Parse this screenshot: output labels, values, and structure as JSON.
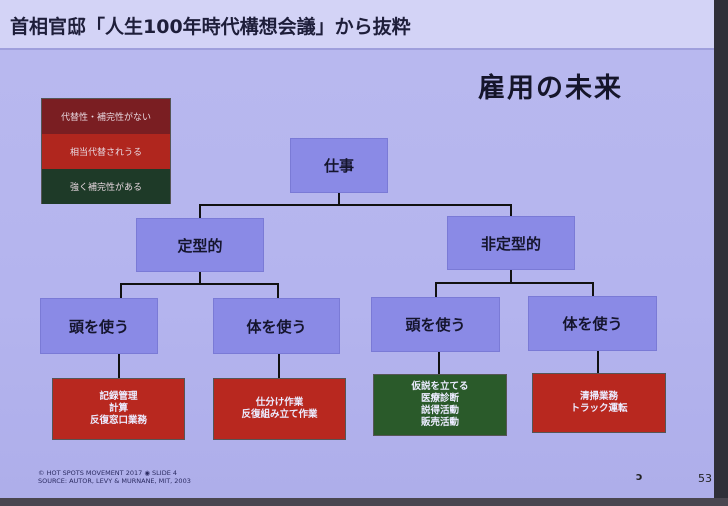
{
  "title": "首相官邸「人生100年時代構想会議」から抜粋",
  "heading": "雇用の未来",
  "legend": [
    "代替性・補完性がない",
    "相当代替されうる",
    "強く補完性がある"
  ],
  "root": "仕事",
  "level1": [
    "定型的",
    "非定型的"
  ],
  "level2": [
    "頭を使う",
    "体を使う",
    "頭を使う",
    "体を使う"
  ],
  "leaves": [
    [
      "記録管理",
      "計算",
      "反復窓口業務"
    ],
    [
      "仕分け作業",
      "反復組み立て作業"
    ],
    [
      "仮説を立てる",
      "医療診断",
      "説得活動",
      "販売活動"
    ],
    [
      "清掃業務",
      "トラック運転"
    ]
  ],
  "footer": {
    "line1": "© HOT SPOTS MOVEMENT 2017 ◉ SLIDE 4",
    "line2": "SOURCE: AUTOR, LEVY & MURNANE, MIT, 2003"
  },
  "mark": "ɔ",
  "page_number": "53",
  "colors": {
    "red": "#b8281f",
    "dark_red": "#7a1e22",
    "green": "#2a5a2a",
    "box": "#8a8ae6"
  }
}
